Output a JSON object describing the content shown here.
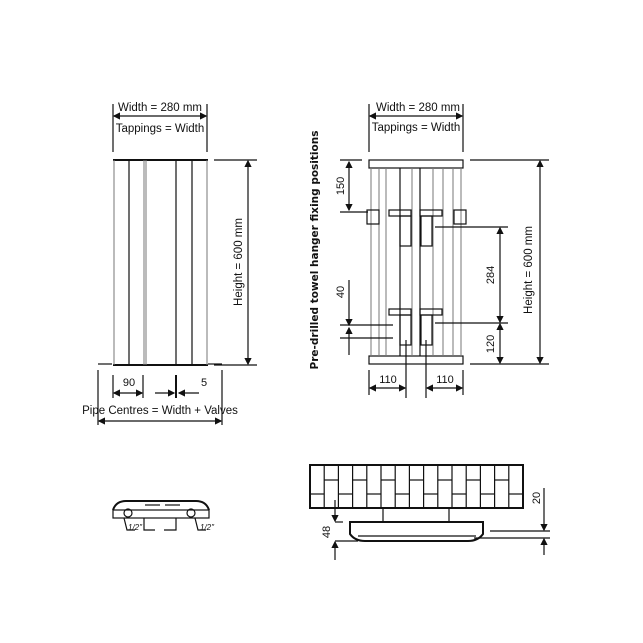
{
  "front_view": {
    "width_label": "Width = 280 mm",
    "tappings_label": "Tappings = Width",
    "height_label": "Height = 600 mm",
    "dim_left": "90",
    "dim_right": "5",
    "pipe_centres_label": "Pipe Centres = Width + Valves"
  },
  "rear_view": {
    "width_label": "Width = 280 mm",
    "tappings_label": "Tappings = Width",
    "height_label": "Height = 600 mm",
    "side_label": "Pre-drilled towel hanger fixing positions",
    "dim_top": "150",
    "dim_mid_left": "40",
    "dim_mid_right": "284",
    "dim_bottom": "120",
    "dim_left_offset": "110",
    "dim_right_offset": "110"
  },
  "plan_view": {
    "valve_left": "1/2\"",
    "valve_right": "1/2\""
  },
  "side_view": {
    "depth_label": "48",
    "gap_label": "20"
  }
}
